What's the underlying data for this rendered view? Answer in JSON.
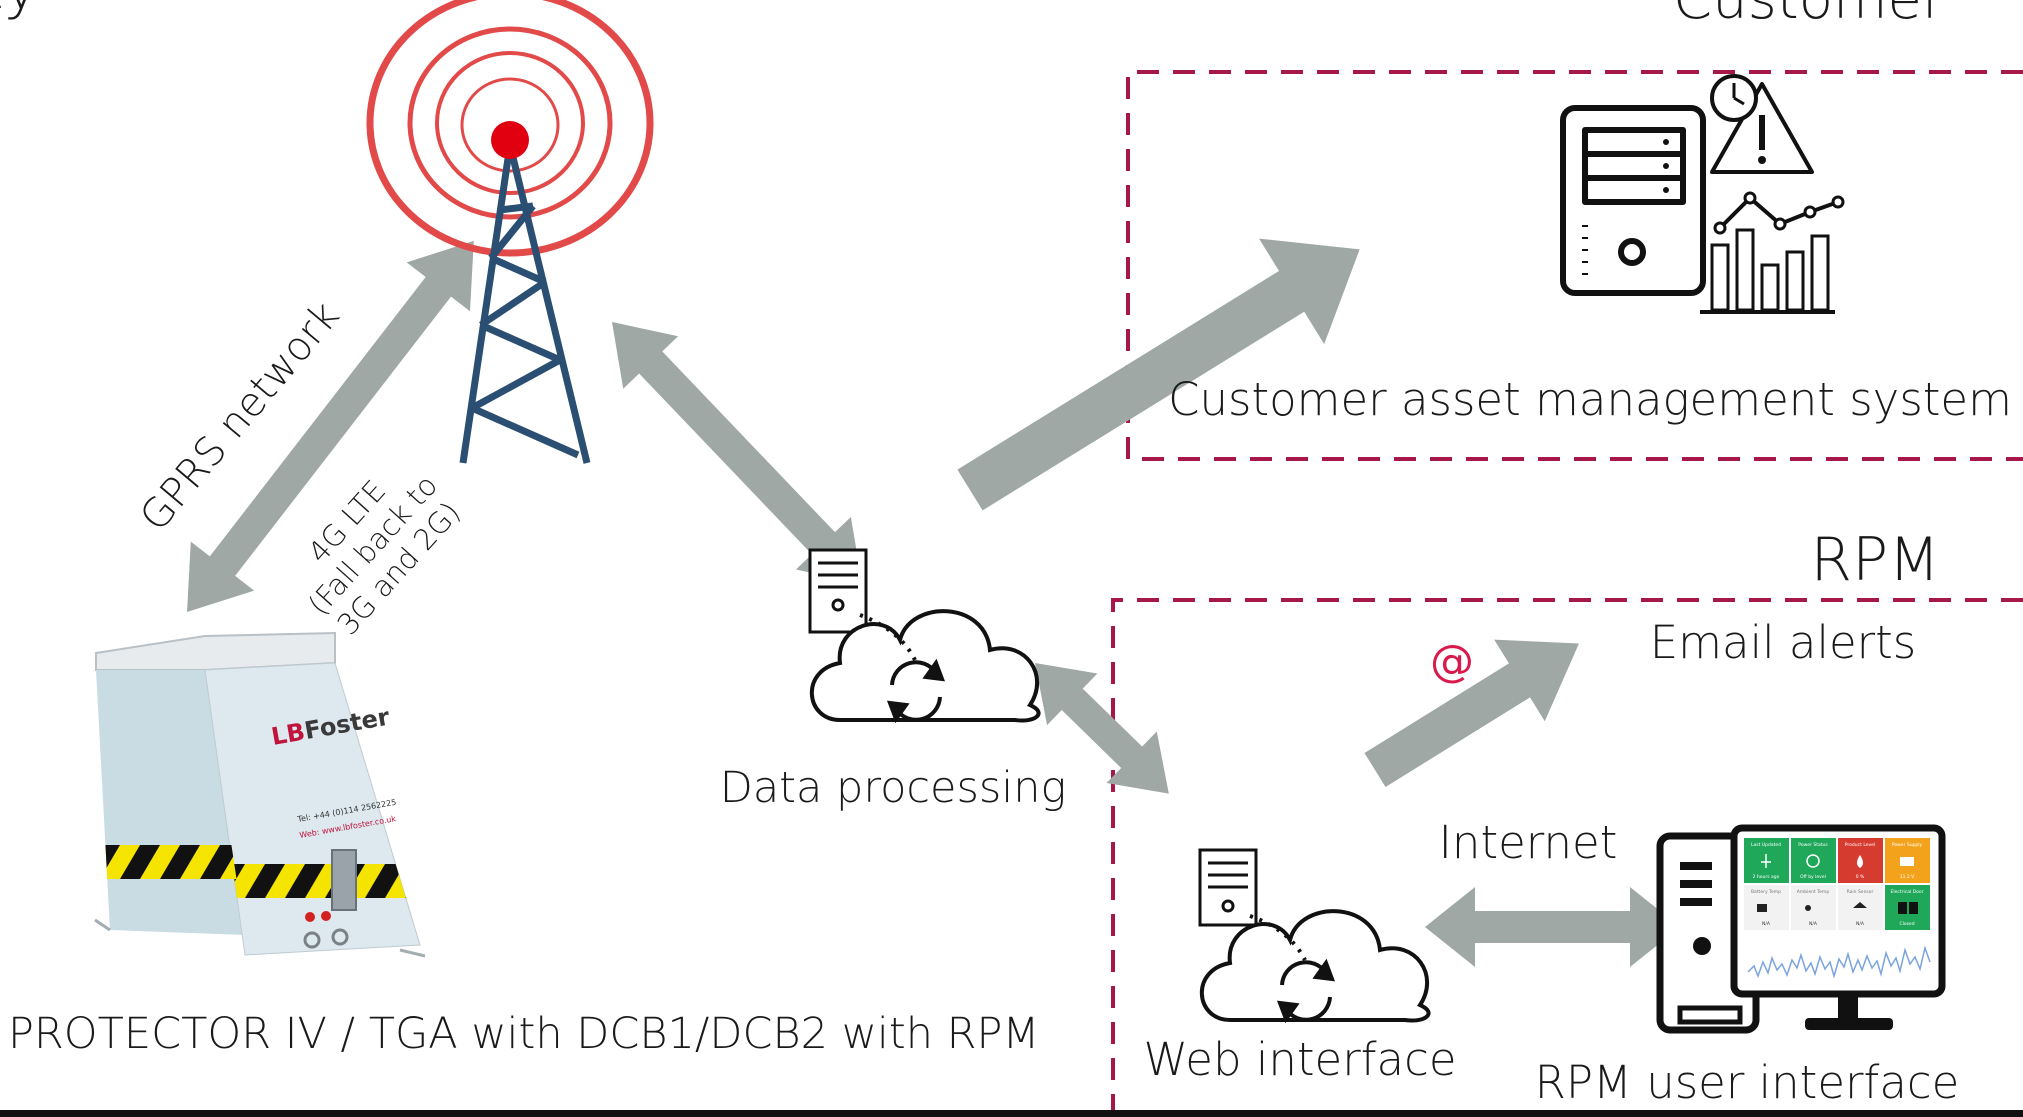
{
  "title_fragment": "ty",
  "groups": {
    "customer_heading": "Customer",
    "rpm_heading": "RPM"
  },
  "nodes": {
    "tower": {
      "link_label": "GPRS network",
      "lte_label_line1": "4G LTE",
      "lte_label_line2": "(Fall back to",
      "lte_label_line3": "3G and 2G)"
    },
    "device": {
      "label": "PROTECTOR IV / TGA  with DCB1/DCB2 with RPM",
      "brand": "LBFoster",
      "brand_prefix": "LB",
      "brand_suffix": "Foster",
      "tel_text": "Tel: +44 (0)114 2562225",
      "web_text": "Web: www.lbfoster.co.uk"
    },
    "data_processing": {
      "label": "Data processing"
    },
    "customer_system": {
      "label": "Customer asset management system"
    },
    "email_alerts": {
      "label": "Email alerts",
      "symbol": "@"
    },
    "web_interface": {
      "label": "Web interface"
    },
    "internet": {
      "label": "Internet"
    },
    "rpm_ui": {
      "label": "RPM user interface",
      "tiles": [
        {
          "title": "Last Updated",
          "value": "2 hours ago"
        },
        {
          "title": "Power Status",
          "value": "Off by level"
        },
        {
          "title": "Product Level",
          "value": "0 %"
        },
        {
          "title": "Power Supply",
          "value": "11.2 V"
        },
        {
          "title": "Battery Temp",
          "value": "N/A"
        },
        {
          "title": "Ambient Temp",
          "value": "N/A"
        },
        {
          "title": "Rain Sensor",
          "value": "N/A"
        },
        {
          "title": "Electrical Door",
          "value": "Closed"
        }
      ]
    }
  },
  "colors": {
    "arrow": "#a0a8a6",
    "dashed_border": "#a8174a",
    "tower_rings": "#e24a4a",
    "tower_beacon": "#e00010",
    "tower_mast": "#2b4f73",
    "email_symbol": "#d81b4c",
    "tile_green": "#1fa85a",
    "tile_red": "#d63b30",
    "tile_orange": "#f3a21b",
    "tile_gray": "#f2f2f2"
  }
}
